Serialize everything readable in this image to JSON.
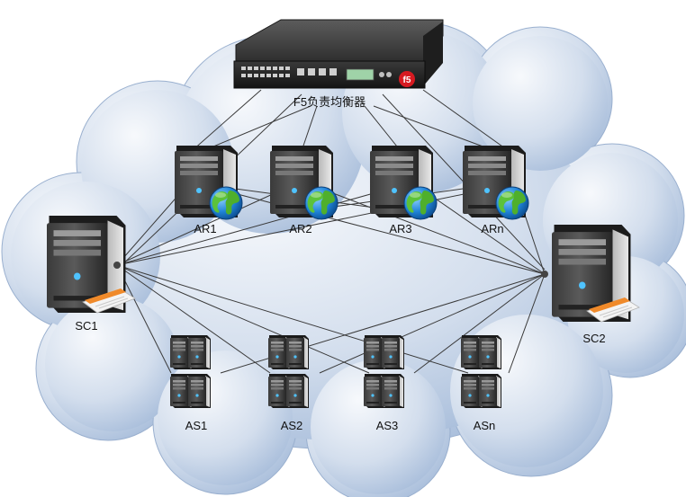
{
  "load_balancer": {
    "label": "F5负责均衡器",
    "logo_text": "f5"
  },
  "ar_servers": [
    {
      "id": "ar1",
      "label": "AR1"
    },
    {
      "id": "ar2",
      "label": "AR2"
    },
    {
      "id": "ar3",
      "label": "AR3"
    },
    {
      "id": "arn",
      "label": "ARn"
    }
  ],
  "sc_servers": [
    {
      "id": "sc1",
      "label": "SC1"
    },
    {
      "id": "sc2",
      "label": "SC2"
    }
  ],
  "as_clusters": [
    {
      "id": "as1",
      "label": "AS1"
    },
    {
      "id": "as2",
      "label": "AS2"
    },
    {
      "id": "as3",
      "label": "AS3"
    },
    {
      "id": "asn",
      "label": "ASn"
    }
  ],
  "icons": {
    "cloud": "cloud-icon",
    "tower": "server-tower-icon",
    "globe": "globe-icon",
    "document": "document-icon",
    "rack": "rack-appliance-icon"
  },
  "colors": {
    "cloud_light": "#eef2f8",
    "cloud_dark": "#9fb6d6",
    "server_dark": "#2a2a2a",
    "server_mid": "#4a4a4a",
    "line": "#3c3c3c",
    "globe_green": "#4caf2a",
    "globe_blue": "#1e7fd0"
  }
}
